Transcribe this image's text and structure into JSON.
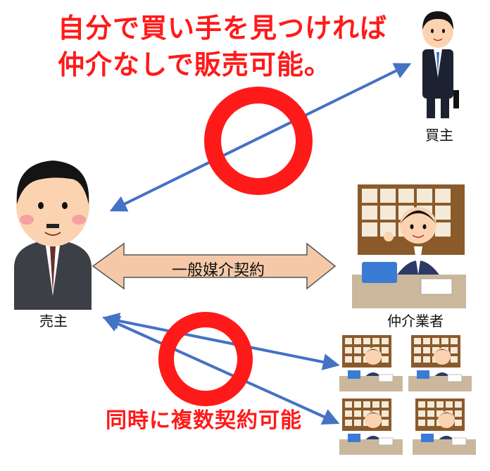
{
  "headline": {
    "line1": "自分で買い手を見つければ",
    "line2": "仲介なしで販売可能。"
  },
  "labels": {
    "buyer": "買主",
    "seller": "売主",
    "agent": "仲介業者",
    "contract": "一般媒介契約"
  },
  "bottom_note": "同時に複数契約可能",
  "colors": {
    "accent_red": "#ff1a1a",
    "arrow_blue": "#4472c4",
    "contract_arrow_fill": "#f5c9a8",
    "contract_arrow_stroke": "#555555",
    "board_brown": "#8b5a2b",
    "suit_navy": "#2b3a67"
  }
}
